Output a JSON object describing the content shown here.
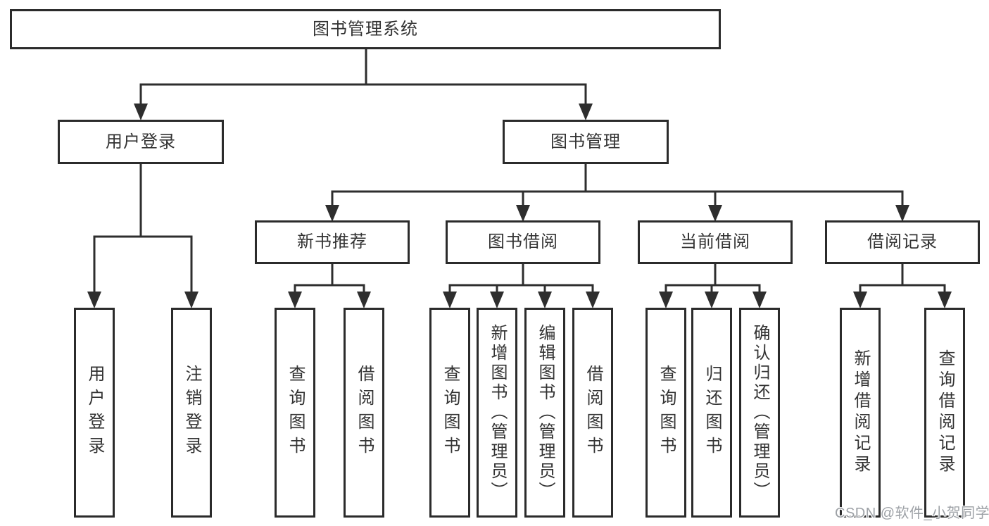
{
  "diagram": {
    "root": {
      "label": "图书管理系统"
    },
    "level2": [
      {
        "label": "用户登录"
      },
      {
        "label": "图书管理"
      }
    ],
    "level3": [
      {
        "label": "新书推荐"
      },
      {
        "label": "图书借阅"
      },
      {
        "label": "当前借阅"
      },
      {
        "label": "借阅记录"
      }
    ],
    "leaves": {
      "user": [
        "用户登录",
        "注销登录"
      ],
      "recommend": [
        "查询图书",
        "借阅图书"
      ],
      "borrow": [
        "查询图书",
        "新增图书（管理员）",
        "编辑图书（管理员）",
        "借阅图书"
      ],
      "current": [
        "查询图书",
        "归还图书",
        "确认归还（管理员）"
      ],
      "records": [
        "新增借阅记录",
        "查询借阅记录"
      ]
    }
  },
  "watermark": {
    "text": "CSDN @软件_小贺同学"
  },
  "colors": {
    "line": "#2e2e2e",
    "box_border": "#2b2b2b",
    "text": "#333333",
    "background": "#ffffff",
    "watermark": "#9da1a6"
  }
}
